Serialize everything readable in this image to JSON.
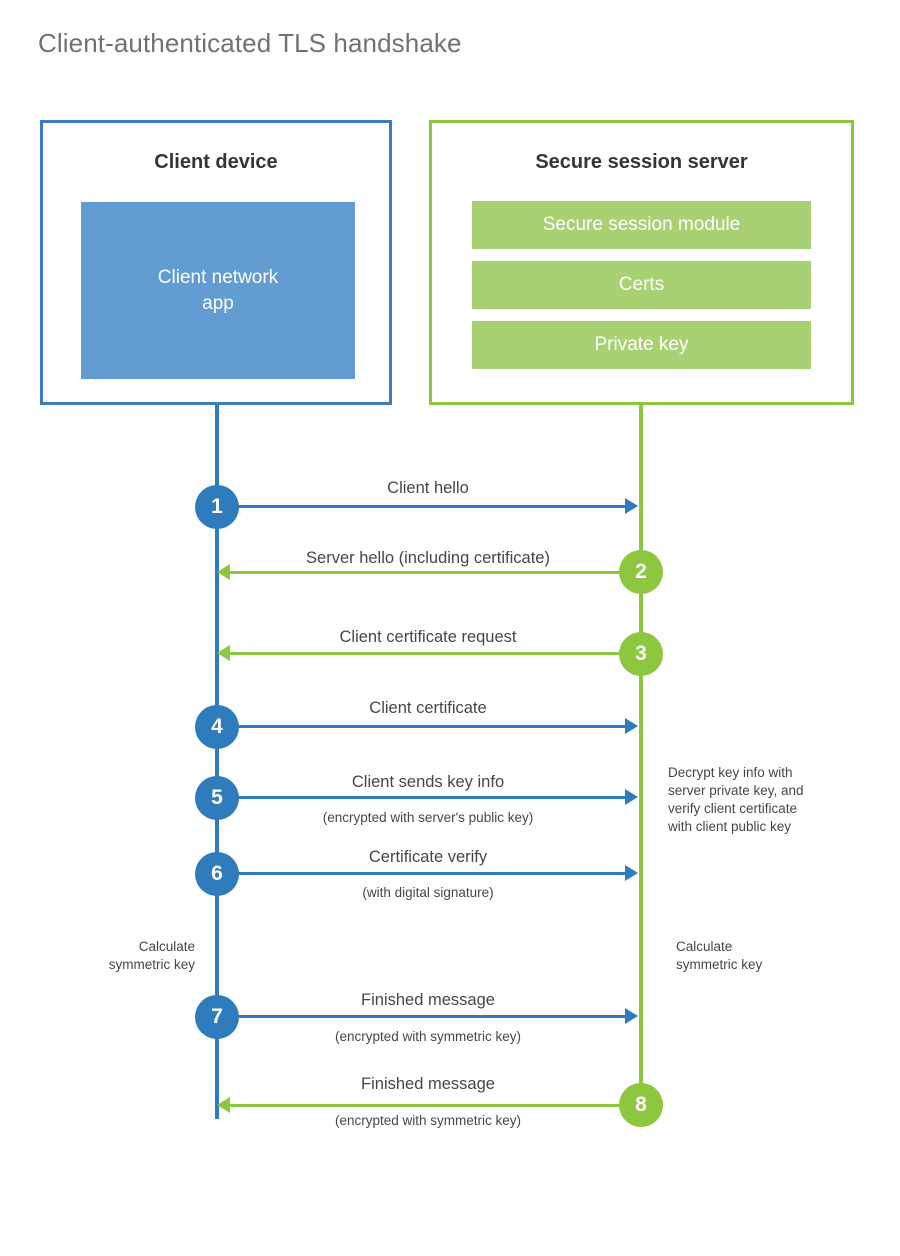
{
  "page": {
    "title": "Client-authenticated TLS handshake"
  },
  "colors": {
    "client_blue": "#2f7cbd",
    "client_app_fill": "#629cd2",
    "client_border": "#3f7cba",
    "server_green": "#8dc63f",
    "server_bar_fill": "#a8d173",
    "title_gray": "#6f7275",
    "text_dark": "#44474a",
    "heading_dark": "#333638",
    "background": "#ffffff"
  },
  "client": {
    "title": "Client device",
    "app_label": "Client network\napp",
    "app_label_line1": "Client network",
    "app_label_line2": "app"
  },
  "server": {
    "title": "Secure session server",
    "components": [
      {
        "label": "Secure session module"
      },
      {
        "label": "Certs"
      },
      {
        "label": "Private key"
      }
    ]
  },
  "steps": [
    {
      "number": "1",
      "actor": "client",
      "direction": "right",
      "label": "Client hello",
      "sublabel": ""
    },
    {
      "number": "2",
      "actor": "server",
      "direction": "left",
      "label": "Server hello (including certificate)",
      "sublabel": ""
    },
    {
      "number": "3",
      "actor": "server",
      "direction": "left",
      "label": "Client certificate request",
      "sublabel": ""
    },
    {
      "number": "4",
      "actor": "client",
      "direction": "right",
      "label": "Client certificate",
      "sublabel": ""
    },
    {
      "number": "5",
      "actor": "client",
      "direction": "right",
      "label": "Client sends key info",
      "sublabel": "(encrypted with server's public key)"
    },
    {
      "number": "6",
      "actor": "client",
      "direction": "right",
      "label": "Certificate verify",
      "sublabel": "(with digital signature)"
    },
    {
      "number": "7",
      "actor": "client",
      "direction": "right",
      "label": "Finished message",
      "sublabel": "(encrypted with symmetric key)"
    },
    {
      "number": "8",
      "actor": "server",
      "direction": "left",
      "label": "Finished message",
      "sublabel": "(encrypted with symmetric key)"
    }
  ],
  "notes": {
    "server_decrypt": "Decrypt key info with server private key, and verify client certificate with client public key",
    "server_decrypt_lines": [
      "Decrypt key info with",
      "server private key, and",
      "verify client certificate",
      "with client public key"
    ],
    "client_calculate": "Calculate symmetric key",
    "client_calculate_lines": [
      "Calculate",
      "symmetric key"
    ],
    "server_calculate": "Calculate symmetric key",
    "server_calculate_lines": [
      "Calculate",
      "symmetric key"
    ]
  }
}
